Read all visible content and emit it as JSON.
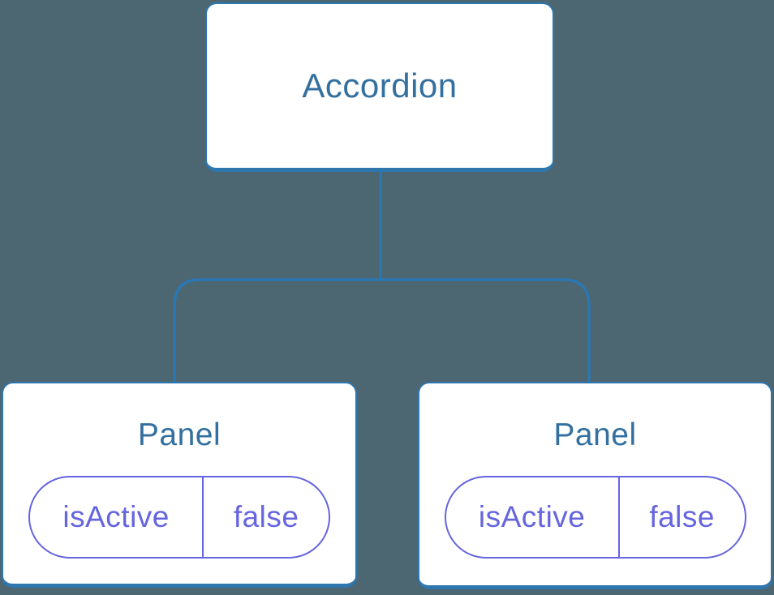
{
  "diagram": {
    "type": "component-tree",
    "colors": {
      "background": "#4C6672",
      "node_fill": "#FFFFFF",
      "node_border": "#2E76AE",
      "connector": "#2B77B1",
      "title_text": "#33709F",
      "state_accent": "#6565DF"
    },
    "tree": {
      "root": {
        "label": "Accordion"
      },
      "children": [
        {
          "label": "Panel",
          "state": {
            "key": "isActive",
            "value": "false"
          }
        },
        {
          "label": "Panel",
          "state": {
            "key": "isActive",
            "value": "false"
          }
        }
      ]
    }
  }
}
